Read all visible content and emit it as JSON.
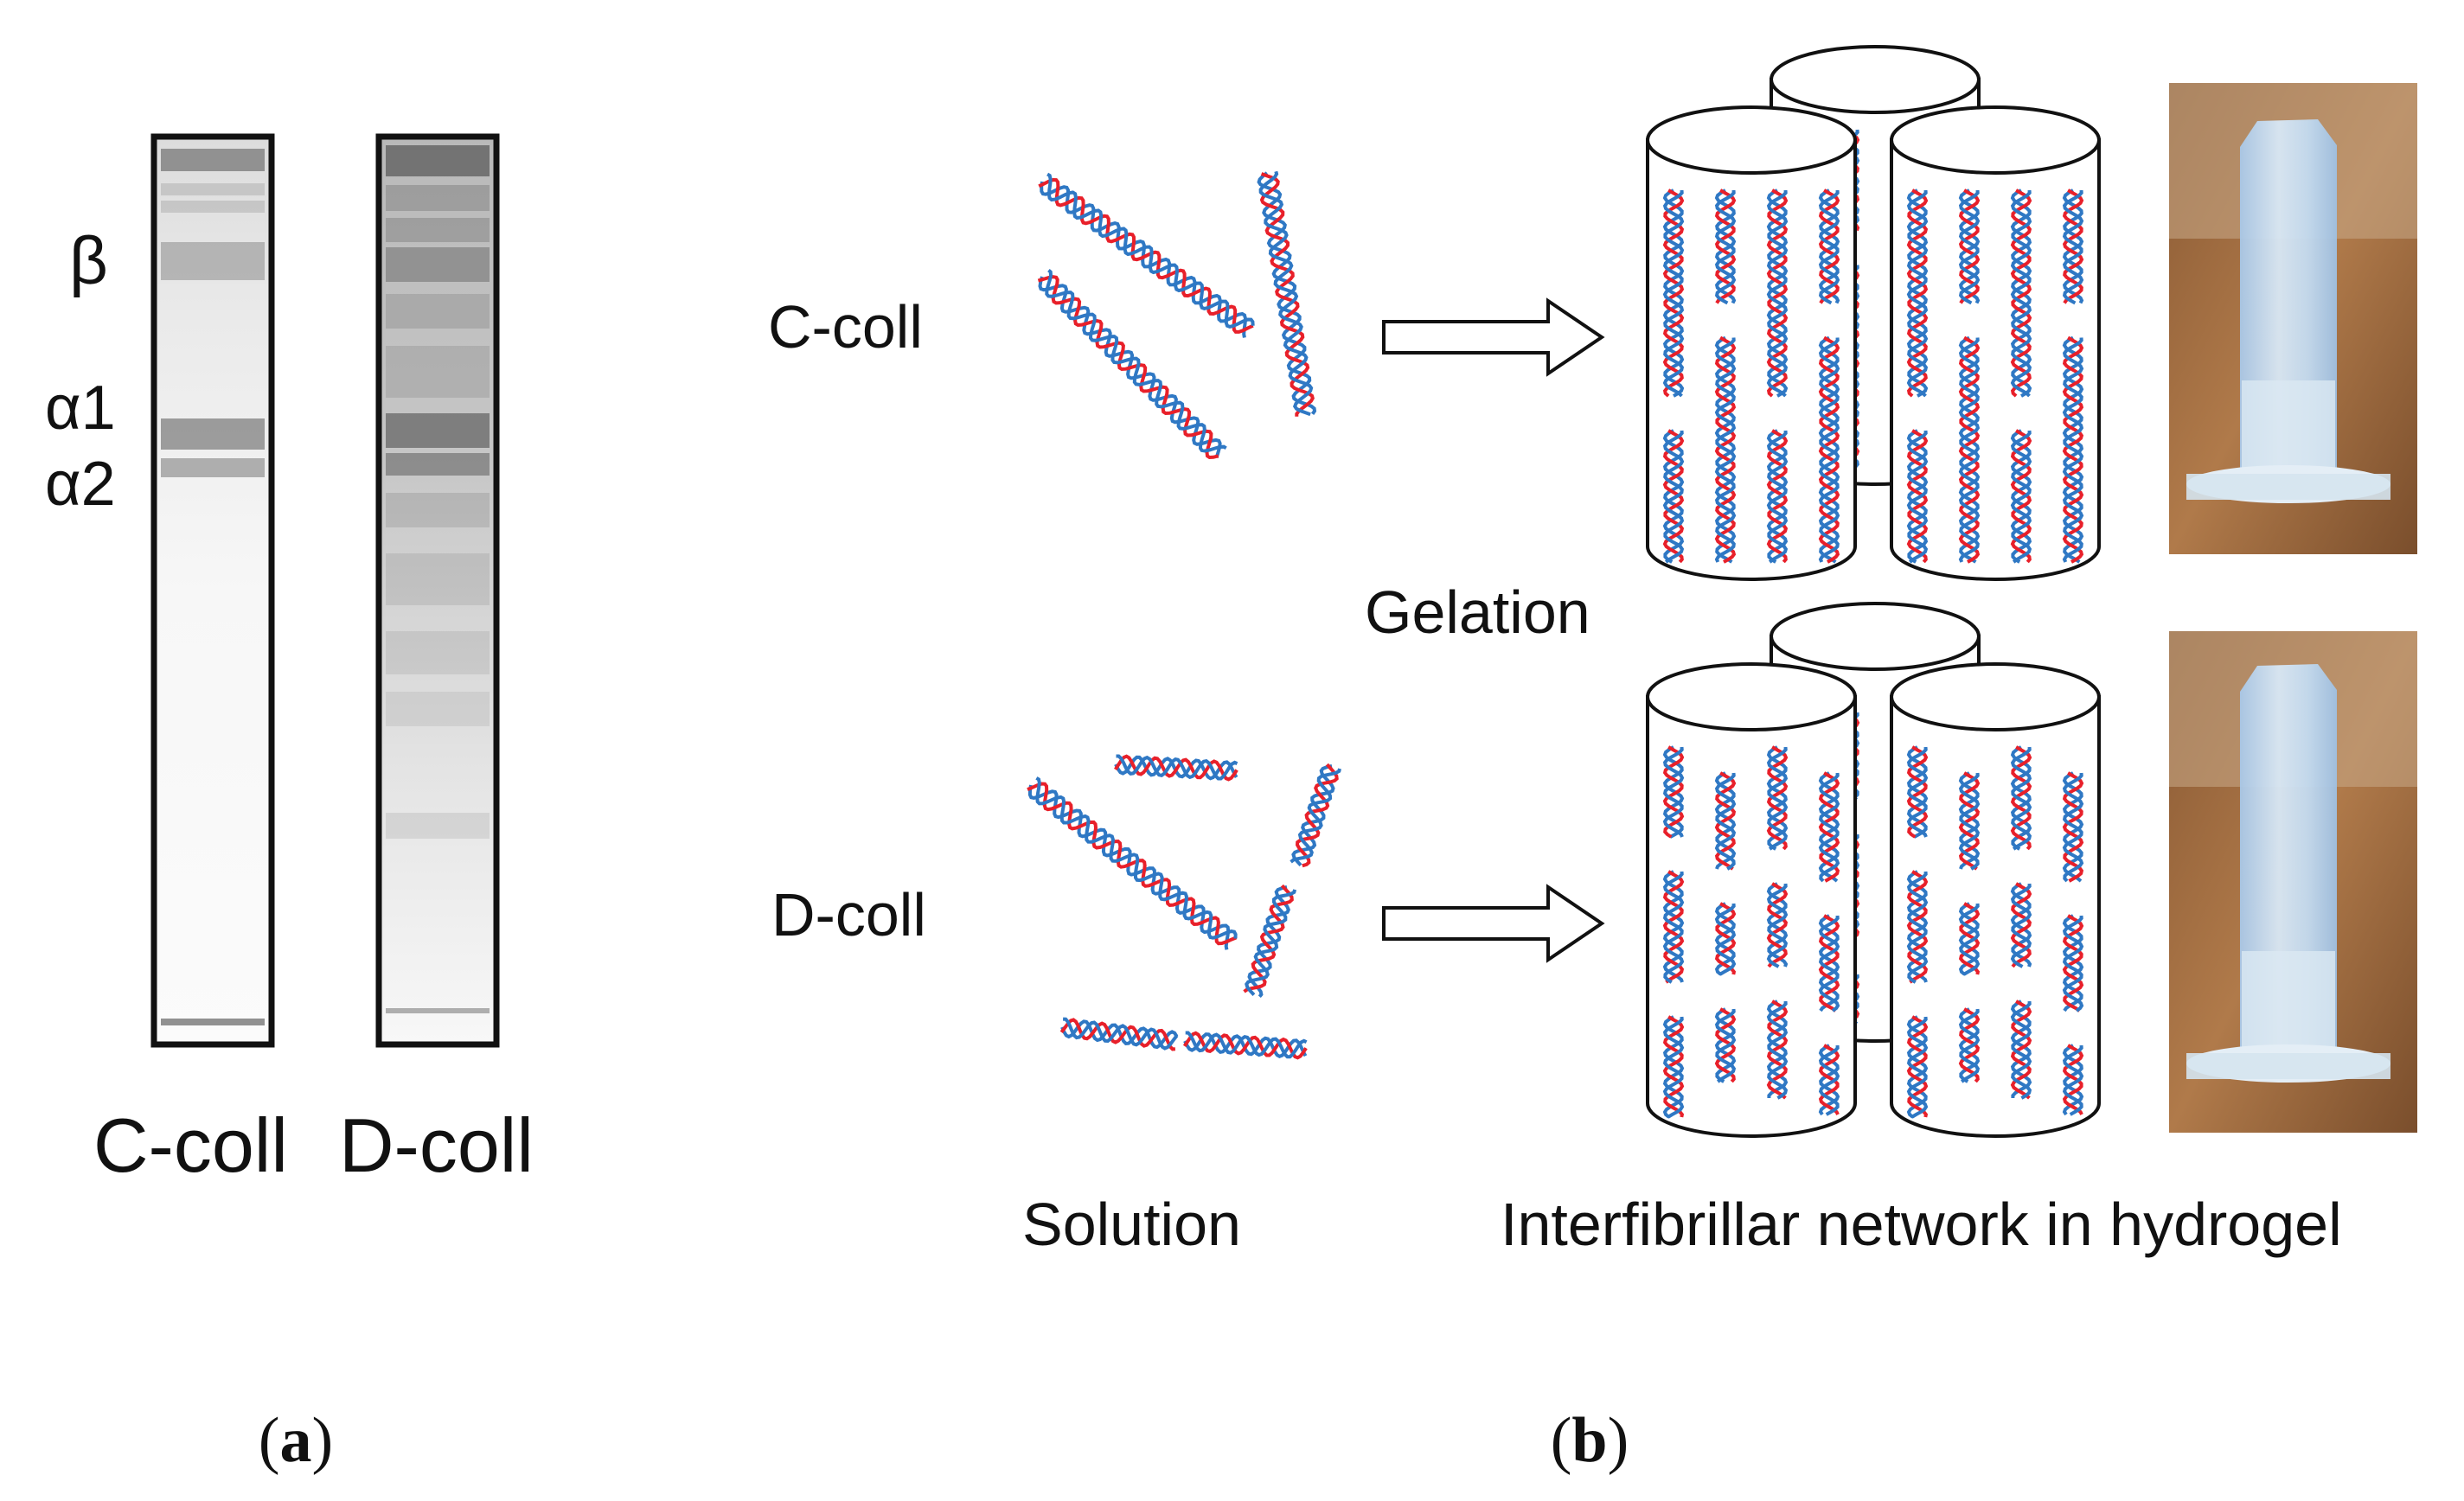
{
  "panel_a": {
    "band_labels": [
      "β",
      "α1",
      "α2"
    ],
    "lane_labels": [
      "C-coll",
      "D-coll"
    ],
    "caption_letter": "a"
  },
  "panel_b": {
    "row_labels": [
      "C-coll",
      "D-coll"
    ],
    "stage_labels": {
      "gelation": "Gelation",
      "solution": "Solution",
      "network": "Interfibrillar network in hydrogel"
    },
    "caption_letter": "b"
  },
  "colors": {
    "strand_red": "#e8202a",
    "strand_blue": "#2f78c4",
    "outline": "#111111"
  }
}
